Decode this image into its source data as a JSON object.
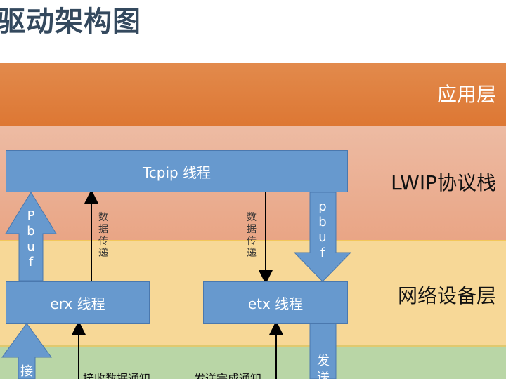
{
  "page": {
    "title": "驱动架构图"
  },
  "layers": {
    "app": "应用层",
    "lwip": "LWIP协议栈",
    "net": "网络设备层"
  },
  "threads": {
    "tcpip": "Tcpip 线程",
    "erx": "erx 线程",
    "etx": "etx 线程"
  },
  "arrows": {
    "pbuf_up": [
      "P",
      "b",
      "u",
      "f"
    ],
    "pbuf_down": [
      "p",
      "b",
      "u",
      "f"
    ],
    "data_up": [
      "数",
      "据",
      "传",
      "递"
    ],
    "data_down": [
      "数",
      "据",
      "传",
      "递"
    ],
    "receive_fat": "接",
    "send_fat": "发",
    "send_fat2": "送",
    "recv_notify": "接收数据通知",
    "send_notify": "发送完成通知"
  },
  "colors": {
    "app_layer": "#dd7733",
    "lwip_layer": "#e9a585",
    "net_layer": "#f7d897",
    "hw_layer": "#b9d6a6",
    "thread_box": "#6799ce",
    "title": "#34495e"
  }
}
